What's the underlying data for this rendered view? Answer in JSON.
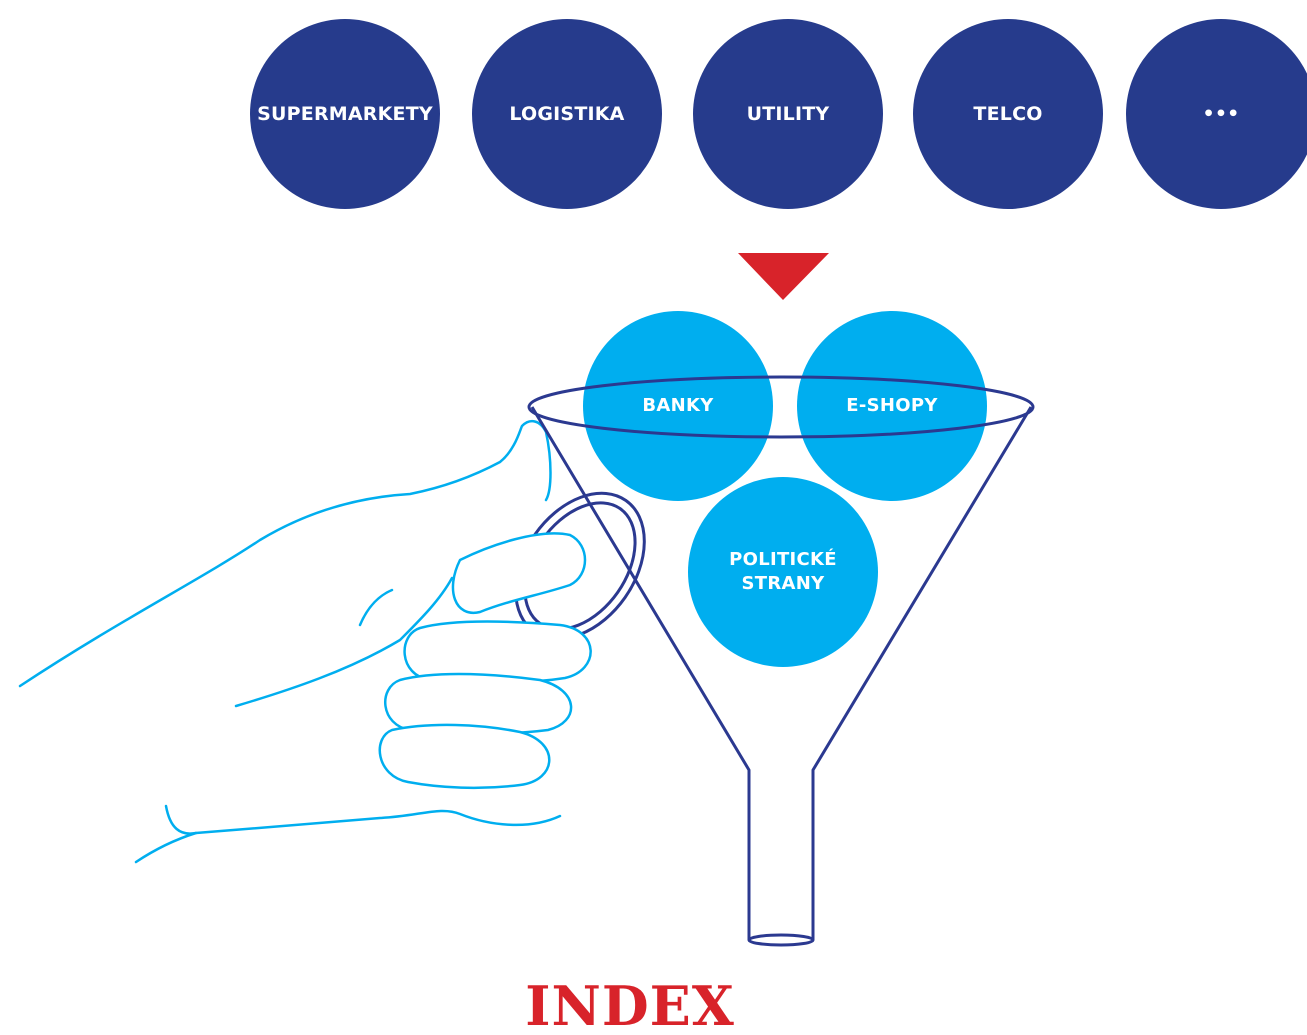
{
  "sectors": [
    {
      "label": "SUPERMARKETY"
    },
    {
      "label": "LOGISTIKA"
    },
    {
      "label": "UTILITY"
    },
    {
      "label": "TELCO"
    },
    {
      "label": "•••"
    }
  ],
  "funnel_items": [
    {
      "label": "BANKY"
    },
    {
      "label": "E-SHOPY"
    },
    {
      "label": "POLITICKÉ\nSTRANY"
    }
  ],
  "output_label": "INDEX",
  "colors": {
    "sector_fill": "#263b8c",
    "funnel_item_fill": "#00aeef",
    "arrow": "#d8232a",
    "funnel_stroke": "#2b3990",
    "hand_stroke": "#00aeef",
    "output_text": "#d8232a"
  },
  "icons": {
    "arrow": "down-triangle-icon",
    "funnel": "funnel-icon",
    "hand": "hand-icon"
  }
}
